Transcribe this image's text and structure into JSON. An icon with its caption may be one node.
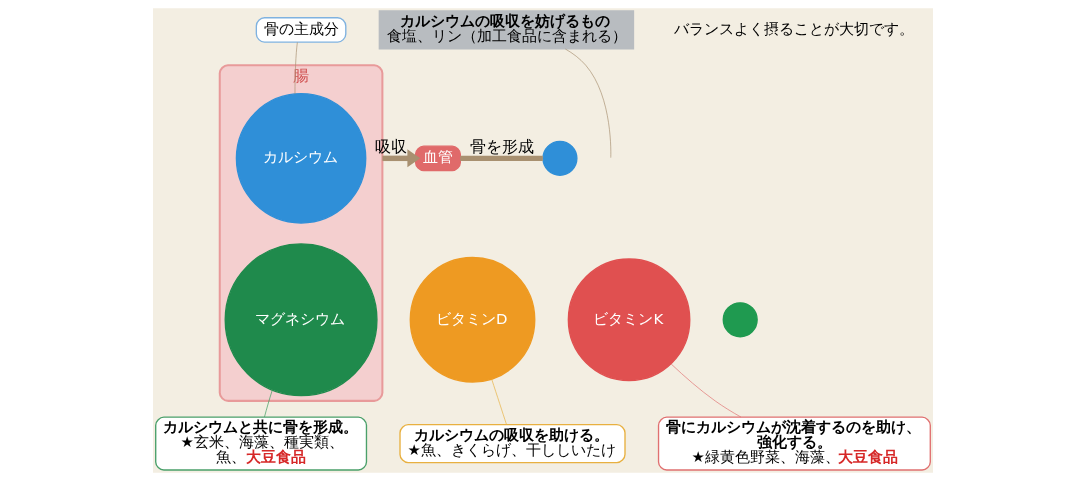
{
  "diagram": {
    "nodes": [
      {
        "text": [
          "腸"
        ]
      },
      {
        "text": [
          "骨の主成分"
        ]
      },
      {
        "text": [
          "カルシウム"
        ],
        "in": 0
      },
      {
        "text": [
          "マグネシウム"
        ],
        "in": 0
      },
      {
        "text": [
          "カルシウムの吸収を妨げるもの",
          "食塩、リン（加工食品に含まれる）"
        ]
      },
      {
        "text": [
          "ビタミンD"
        ]
      },
      {
        "text": [
          "血管"
        ]
      },
      {
        "text": [
          "ビタミンK"
        ]
      },
      {
        "text": [],
        "shape": "circle"
      },
      {
        "text": [],
        "shape": "circle"
      },
      {
        "text": [
          "カルシウムと共に骨を形成。",
          "★玄米、海藻、種実類、魚、**大豆食品**"
        ]
      },
      {
        "text": [
          "カルシウムの吸収を助ける。",
          "★魚、きくらげ、干ししいたけ"
        ]
      },
      {
        "text": [
          "骨にカルシウムが沈着するのを助け、強化する。",
          "★緑黄色野菜、海藻、**大豆食品**"
        ]
      }
    ],
    "edges": [
      {
        "from": 1,
        "to": 2,
        "arrow": "none"
      },
      {
        "from": 0,
        "to": 6,
        "arrow": "to",
        "label": "吸収",
        "style": "thick"
      },
      {
        "from": 6,
        "to": 8,
        "arrow": "none",
        "label": "骨を形成",
        "style": "thick"
      },
      {
        "from": 4,
        "to": null,
        "arrow": "none"
      },
      {
        "from": 3,
        "to": 10,
        "arrow": "none",
        "color": "#3a9a5c"
      },
      {
        "from": 5,
        "to": 11,
        "arrow": "none",
        "color": "#e8b040"
      },
      {
        "from": 7,
        "to": 12,
        "arrow": "none",
        "color": "#e07070"
      }
    ],
    "labels": [
      "バランスよく摂ることが大切です。"
    ]
  }
}
